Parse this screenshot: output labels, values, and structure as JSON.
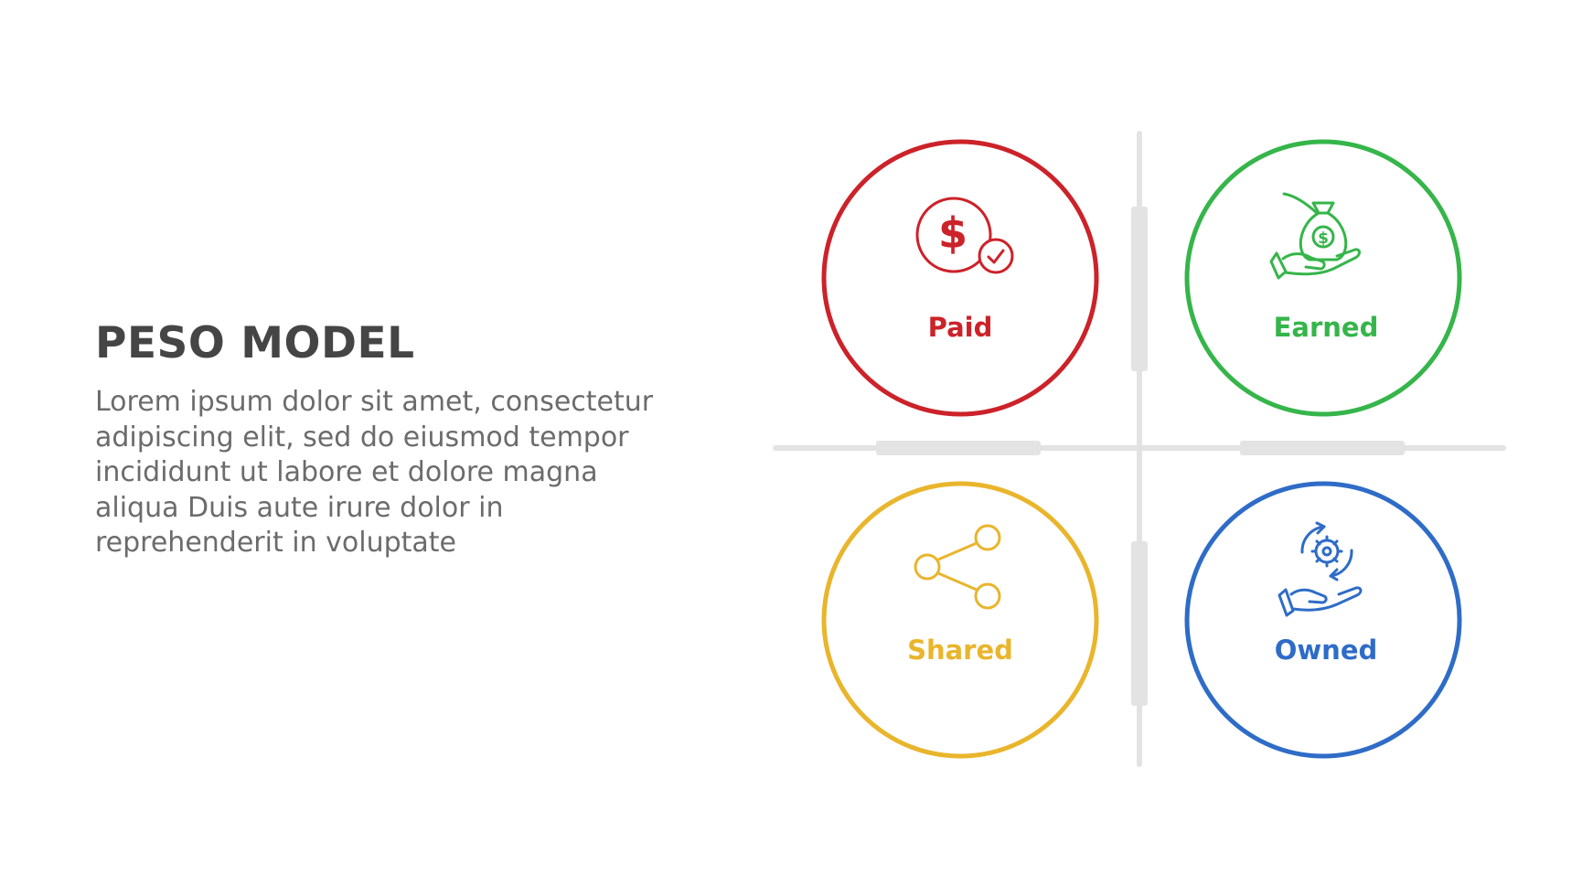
{
  "title": "PESO MODEL",
  "description": "Lorem ipsum dolor sit amet, consectetur\nadipiscing elit, sed do eiusmod tempor\nincididunt ut labore et dolore magna\naliqua Duis aute irure dolor in\nreprehenderit in voluptate",
  "quadrants": [
    {
      "label": "Paid",
      "color": "#cc2229",
      "icon": "dollar-check-icon"
    },
    {
      "label": "Earned",
      "color": "#35b54a",
      "icon": "money-bag-hand-icon"
    },
    {
      "label": "Shared",
      "color": "#e9b52c",
      "icon": "share-icon"
    },
    {
      "label": "Owned",
      "color": "#2e6cc7",
      "icon": "gear-cycle-hand-icon"
    }
  ],
  "axis_color": "#e3e3e3"
}
